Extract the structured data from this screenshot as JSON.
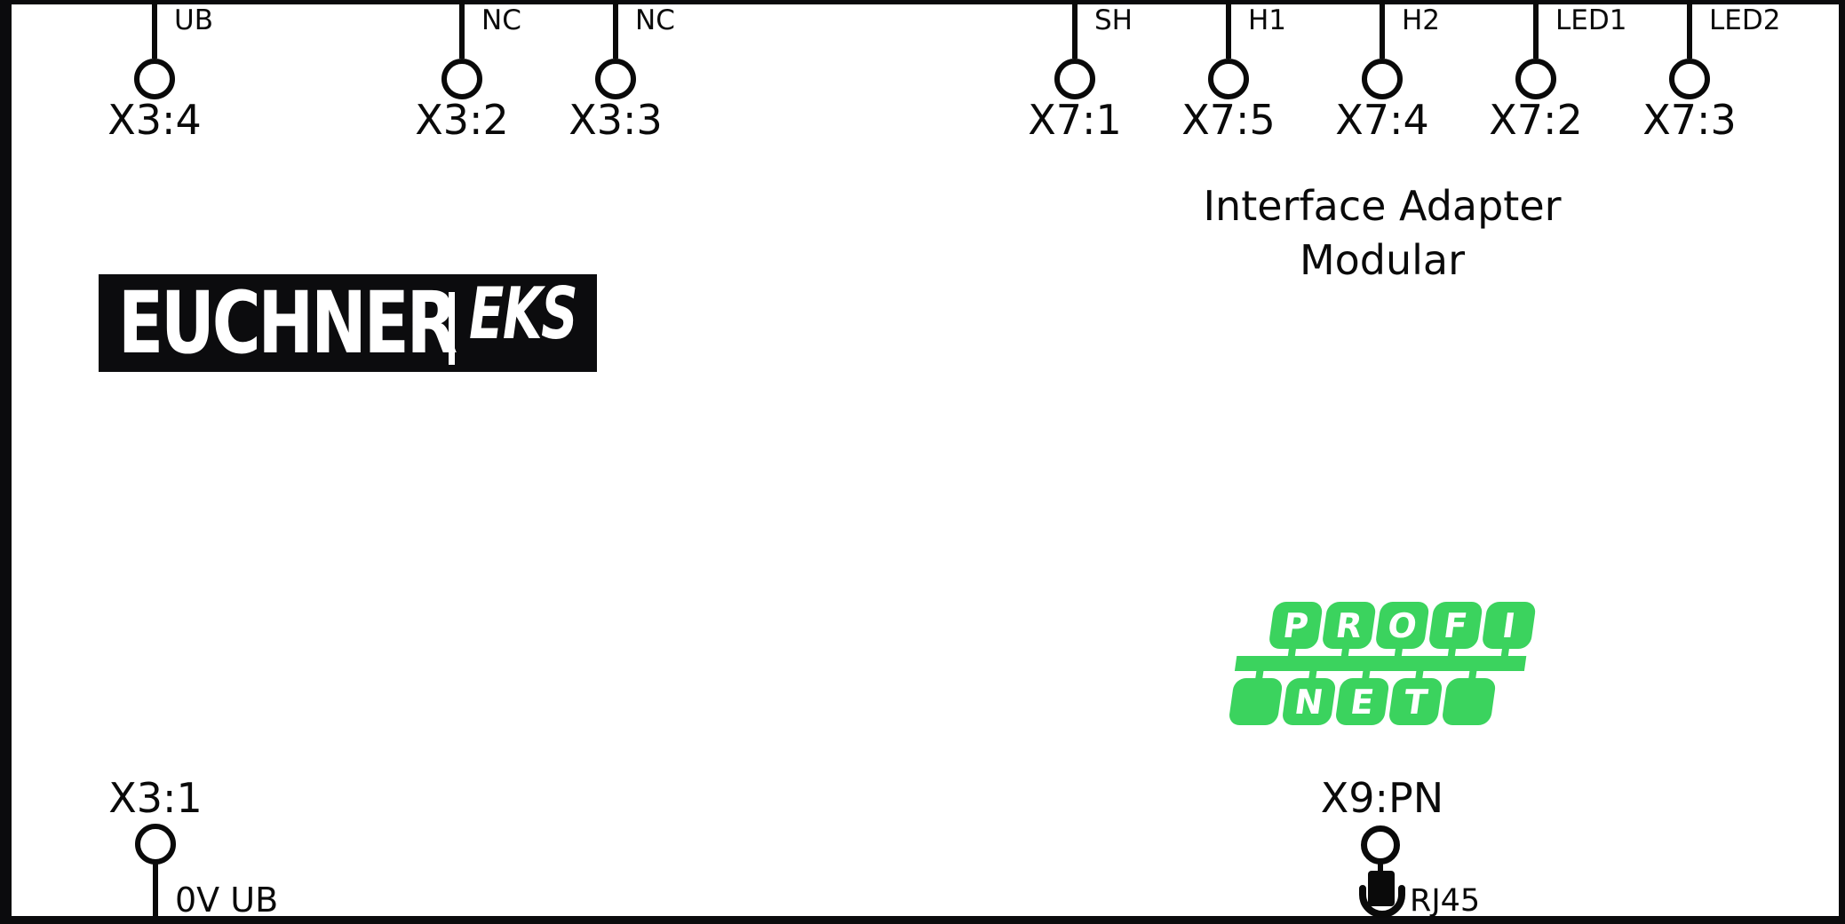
{
  "device": {
    "brand": "EUCHNER",
    "brand_suffix": "EKS",
    "title_line1": "Interface Adapter",
    "title_line2": "Modular"
  },
  "terminals_top": [
    {
      "name": "X3:4",
      "signal": "UB"
    },
    {
      "name": "X3:2",
      "signal": "NC"
    },
    {
      "name": "X3:3",
      "signal": "NC"
    },
    {
      "name": "X7:1",
      "signal": "SH"
    },
    {
      "name": "X7:5",
      "signal": "H1"
    },
    {
      "name": "X7:4",
      "signal": "H2"
    },
    {
      "name": "X7:2",
      "signal": "LED1"
    },
    {
      "name": "X7:3",
      "signal": "LED2"
    }
  ],
  "terminals_bottom": {
    "power": {
      "name": "X3:1",
      "signal": "0V UB"
    },
    "network": {
      "name": "X9:PN",
      "connector": "RJ45"
    }
  },
  "profinet_logo": {
    "top_letters": {
      "l0": "P",
      "l1": "R",
      "l2": "O",
      "l3": "F",
      "l4": "I"
    },
    "bottom_letters": {
      "l0": "",
      "l1": "N",
      "l2": "E",
      "l3": "T",
      "l4": ""
    }
  },
  "colors": {
    "ink": "#0a0a0a",
    "profinet_green": "#3bd35e",
    "logo_background": "#0c0c0e",
    "background": "#ffffff"
  }
}
